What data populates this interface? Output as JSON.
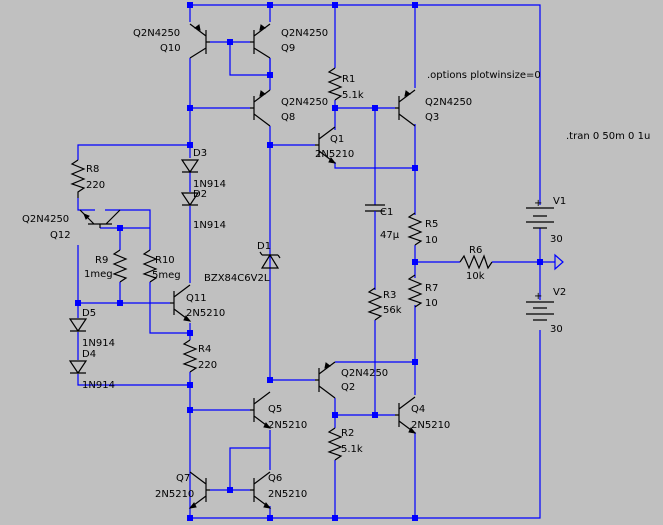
{
  "components": {
    "Q10": {
      "name": "Q10",
      "model": "Q2N4250"
    },
    "Q9": {
      "name": "Q9",
      "model": "Q2N4250"
    },
    "Q8": {
      "name": "Q8",
      "model": "Q2N4250"
    },
    "Q1": {
      "name": "Q1",
      "model": "2N5210"
    },
    "Q3": {
      "name": "Q3",
      "model": "Q2N4250"
    },
    "Q12": {
      "name": "Q12",
      "model": "Q2N4250"
    },
    "Q11": {
      "name": "Q11",
      "model": "2N5210"
    },
    "Q2": {
      "name": "Q2",
      "model": "Q2N4250"
    },
    "Q4": {
      "name": "Q4",
      "model": "2N5210"
    },
    "Q5": {
      "name": "Q5",
      "model": "2N5210"
    },
    "Q6": {
      "name": "Q6",
      "model": "2N5210"
    },
    "Q7": {
      "name": "Q7",
      "model": "2N5210"
    },
    "R1": {
      "name": "R1",
      "value": "5.1k"
    },
    "R2": {
      "name": "R2",
      "value": "5.1k"
    },
    "R3": {
      "name": "R3",
      "value": "56k"
    },
    "R4": {
      "name": "R4",
      "value": "220"
    },
    "R5": {
      "name": "R5",
      "value": "10"
    },
    "R6": {
      "name": "R6",
      "value": "10k"
    },
    "R7": {
      "name": "R7",
      "value": "10"
    },
    "R8": {
      "name": "R8",
      "value": "220"
    },
    "R9": {
      "name": "R9",
      "value": "1meg"
    },
    "R10": {
      "name": "R10",
      "value": "5meg"
    },
    "C1": {
      "name": "C1",
      "value": "47µ"
    },
    "D1": {
      "name": "D1",
      "model": "BZX84C6V2L"
    },
    "D2": {
      "name": "D2",
      "model": "1N914"
    },
    "D3": {
      "name": "D3",
      "model": "1N914"
    },
    "D4": {
      "name": "D4",
      "model": "1N914"
    },
    "D5": {
      "name": "D5",
      "model": "1N914"
    },
    "V1": {
      "name": "V1",
      "value": "30",
      "plus": "+"
    },
    "V2": {
      "name": "V2",
      "value": "30",
      "plus": "+"
    }
  },
  "directives": {
    "options": ".options plotwinsize=0",
    "tran": ".tran 0 50m 0 1u"
  },
  "colors": {
    "background": "#c0c0c0",
    "wire": "#0000ff",
    "component": "#000000"
  }
}
